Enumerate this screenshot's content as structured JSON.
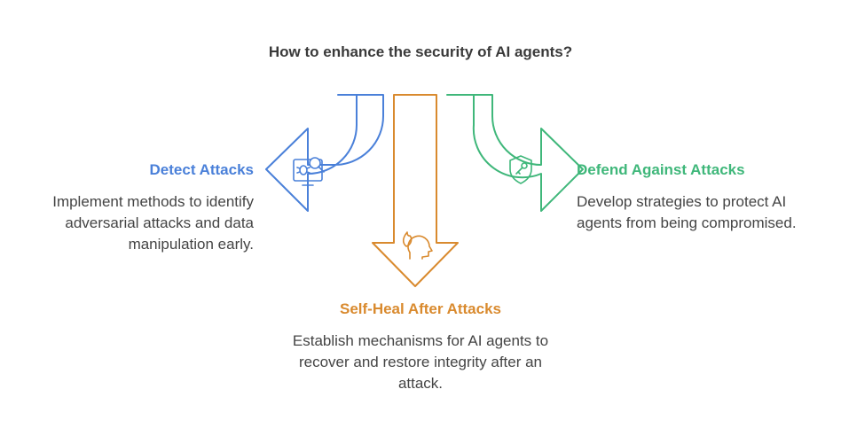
{
  "title": "How to enhance the security of AI agents?",
  "colors": {
    "detect": "#4a80d9",
    "heal": "#d98a2e",
    "defend": "#3fb77a",
    "text": "#444444"
  },
  "branches": {
    "detect": {
      "heading": "Detect Attacks",
      "description": "Implement methods to identify adversarial attacks and data manipulation early.",
      "icon": "search-bug-icon"
    },
    "heal": {
      "heading": "Self-Heal After Attacks",
      "description": "Establish mechanisms for AI agents to recover and restore integrity after an attack.",
      "icon": "head-flame-icon"
    },
    "defend": {
      "heading": "Defend Against Attacks",
      "description": "Develop strategies to protect AI agents from being compromised.",
      "icon": "shield-key-icon"
    }
  }
}
